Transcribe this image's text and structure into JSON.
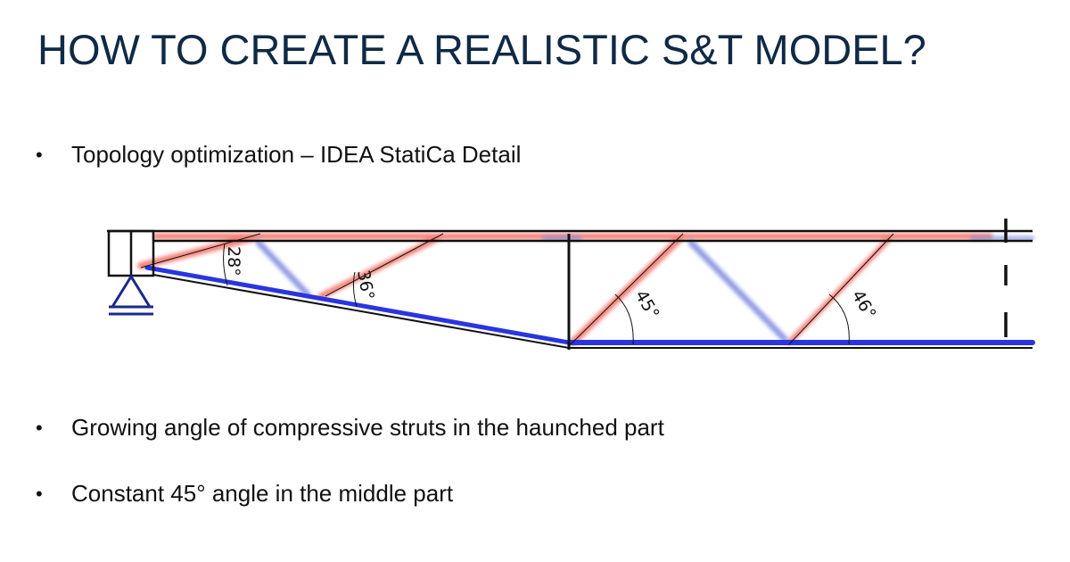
{
  "slide": {
    "title": "HOW TO CREATE A REALISTIC S&T MODEL?",
    "bullets": [
      {
        "marker": "•",
        "text": "Topology optimization – IDEA StatiCa Detail"
      },
      {
        "marker": "•",
        "text": "Growing angle of compressive struts in the haunched part"
      },
      {
        "marker": "•",
        "text": "Constant 45° angle in the middle part"
      }
    ]
  },
  "diagram": {
    "description": "Strut-and-tie model of a haunched beam from topology optimization",
    "angles": [
      {
        "label": "28°",
        "region": "haunched"
      },
      {
        "label": "36°",
        "region": "haunched"
      },
      {
        "label": "45°",
        "region": "middle"
      },
      {
        "label": "46°",
        "region": "middle"
      }
    ],
    "colors": {
      "tension": "#f25a4e",
      "compression": "#2a35e0",
      "compression_light": "#7f8be0",
      "outline": "#111111",
      "support": "#1a2a8c",
      "title": "#0f2a45"
    }
  }
}
